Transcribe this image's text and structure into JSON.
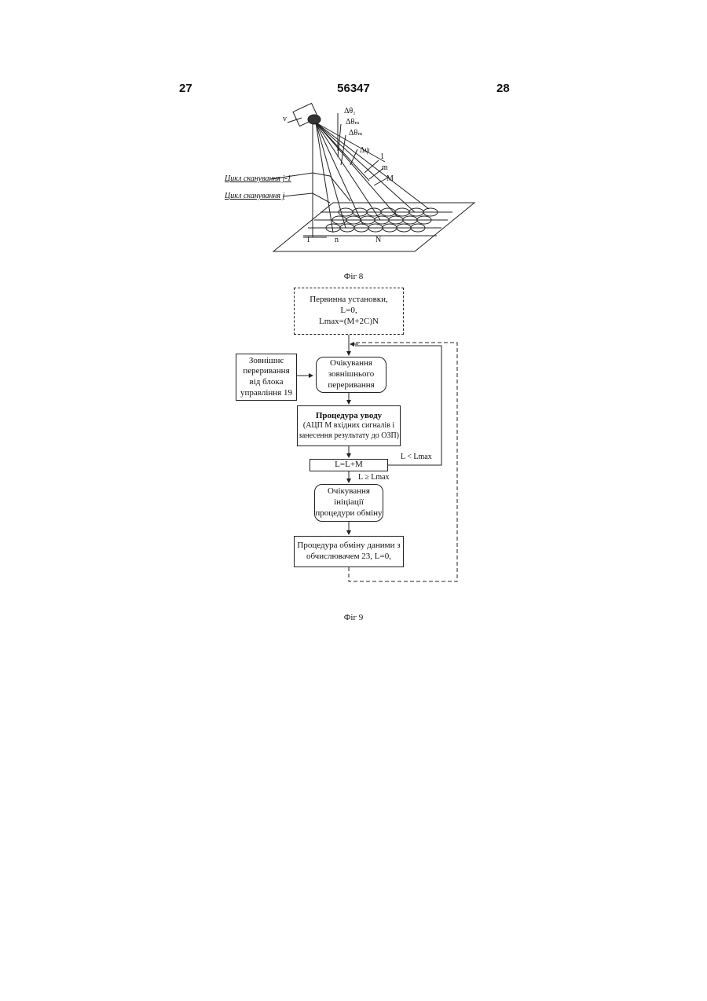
{
  "header": {
    "page_left": "27",
    "patent_number": "56347",
    "page_right": "28"
  },
  "fig8": {
    "caption": "Фіг 8",
    "label_v": "v",
    "angle_labels": [
      "Δθ₁",
      "Δθₘ",
      "Δθₘ"
    ],
    "angle_psi": "Δψ",
    "beam_labels": [
      "1",
      "m",
      "M"
    ],
    "cycle_prev": "Цикл сканування j-1",
    "cycle_curr": "Цикл сканування j",
    "grid_labels": [
      "1",
      "n",
      "N"
    ]
  },
  "fig9": {
    "caption": "Фіг 9",
    "init_box": "Первинна установки,\nL=0,\nLmax=(M+2C)N",
    "external_box": "Зовнішнє\nпереривання\nвід блока\nуправління 19",
    "wait_box": "Очікування\nзовнішнього\nпереривання",
    "input_title": "Процедура уводу",
    "input_body": "(АЦП M вхідних сигналів і\nзанесення результату до ОЗП)",
    "update_box": "L=L+M",
    "cond_less": "L < Lmax",
    "cond_ge": "L ≥ Lmax",
    "wait_exchange_box": "Очікування\nініціації\nпроцедури обміну",
    "exchange_box": "Процедура обміну даними з\nобчислювачем 23, L=0,"
  }
}
